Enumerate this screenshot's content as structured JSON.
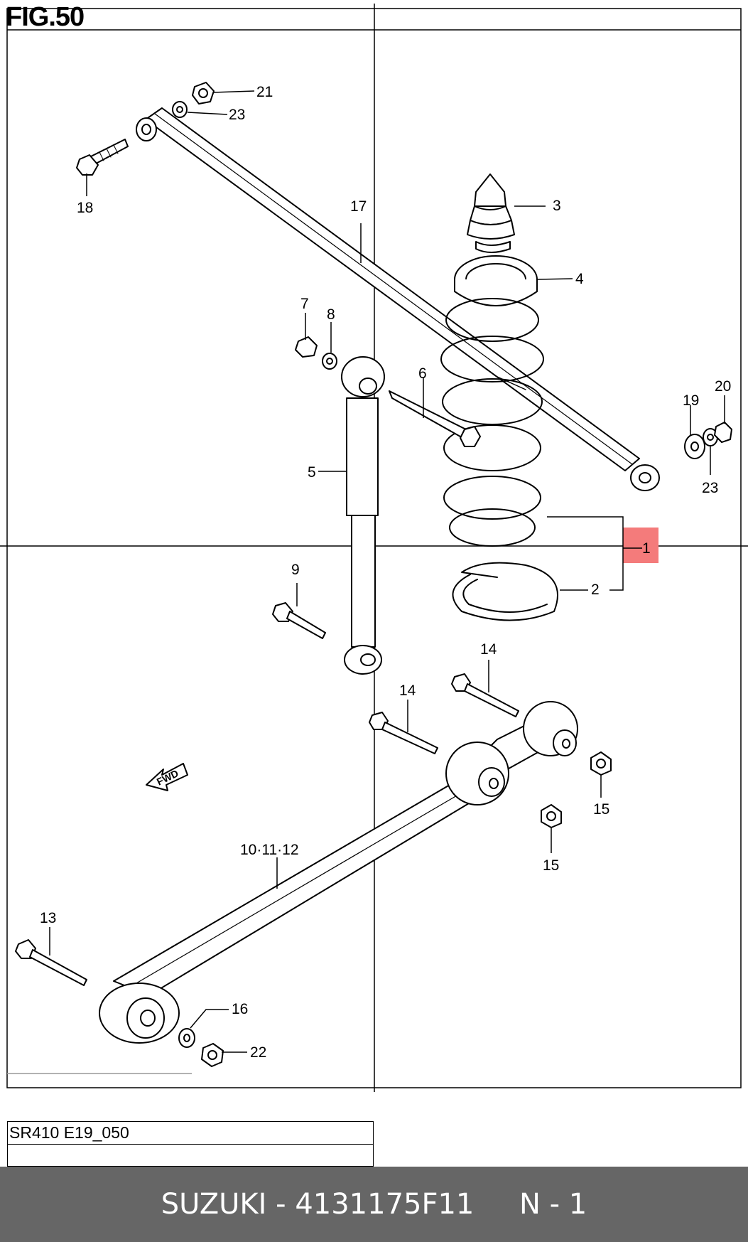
{
  "figure": {
    "title": "FIG.50",
    "fwd_label": "FWD",
    "highlight_color": "#f47b7b",
    "callouts": [
      {
        "id": "c1",
        "label": "1",
        "highlighted": true
      },
      {
        "id": "c2",
        "label": "2"
      },
      {
        "id": "c3",
        "label": "3"
      },
      {
        "id": "c4",
        "label": "4"
      },
      {
        "id": "c5",
        "label": "5"
      },
      {
        "id": "c6",
        "label": "6"
      },
      {
        "id": "c7",
        "label": "7"
      },
      {
        "id": "c8",
        "label": "8"
      },
      {
        "id": "c9",
        "label": "9"
      },
      {
        "id": "c10",
        "label": "10·11·12"
      },
      {
        "id": "c13",
        "label": "13"
      },
      {
        "id": "c14a",
        "label": "14"
      },
      {
        "id": "c14b",
        "label": "14"
      },
      {
        "id": "c15a",
        "label": "15"
      },
      {
        "id": "c15b",
        "label": "15"
      },
      {
        "id": "c16",
        "label": "16"
      },
      {
        "id": "c17",
        "label": "17"
      },
      {
        "id": "c18",
        "label": "18"
      },
      {
        "id": "c19",
        "label": "19"
      },
      {
        "id": "c20",
        "label": "20"
      },
      {
        "id": "c21",
        "label": "21"
      },
      {
        "id": "c22",
        "label": "22"
      },
      {
        "id": "c23a",
        "label": "23"
      },
      {
        "id": "c23b",
        "label": "23"
      }
    ]
  },
  "code_box": {
    "label": "SR410 E19_050"
  },
  "footer": {
    "brand": "SUZUKI",
    "separator": "-",
    "part_number": "4131175F11",
    "qty_label": "N - 1",
    "background_color": "#666666"
  }
}
